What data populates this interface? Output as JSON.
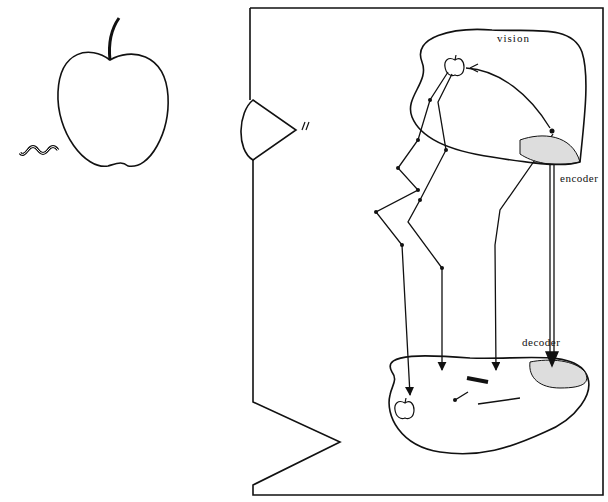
{
  "diagram": {
    "nodes": [
      {
        "text": [
          "vision"
        ]
      }
    ],
    "labels": [
      "encoder",
      "decoder"
    ]
  }
}
